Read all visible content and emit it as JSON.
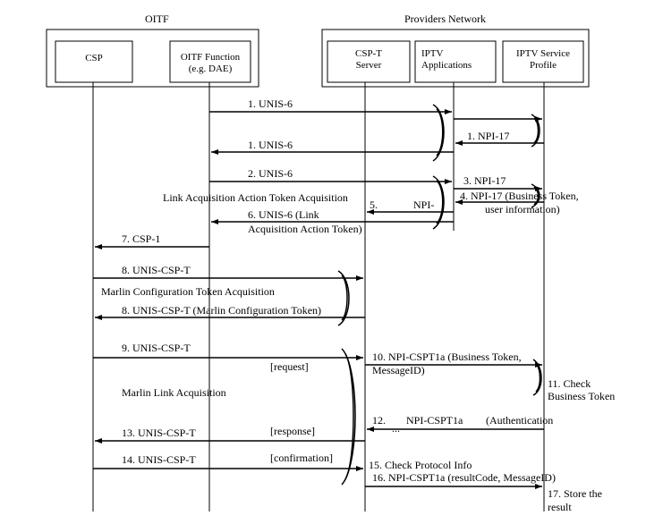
{
  "groups": {
    "oitf": "OITF",
    "providers": "Providers Network"
  },
  "entities": {
    "csp": "CSP",
    "oitf_function": [
      "OITF Function",
      "(e.g. DAE)"
    ],
    "csp_t_server": [
      "CSP-T",
      "Server"
    ],
    "iptv_applications": [
      "IPTV",
      "Applications"
    ],
    "iptv_service_profile": [
      "IPTV Service",
      "Profile"
    ]
  },
  "messages": {
    "m1a": "1. UNIS-6",
    "m1b": "1. NPI-17",
    "m1c": "1. UNIS-6",
    "m2": "2. UNIS-6",
    "m3": "3. NPI-17",
    "m4": [
      "4. NPI-17 (Business Token,",
      "user information)"
    ],
    "m5": [
      "5.",
      "NPI-"
    ],
    "m6": [
      "6. UNIS-6 (Link",
      "Acquisition Action Token)"
    ],
    "m7": "7. CSP-1",
    "m8a": "8. UNIS-CSP-T",
    "m8b": "8. UNIS-CSP-T (Marlin Configuration Token)",
    "m9": "9. UNIS-CSP-T",
    "m10": [
      "10. NPI-CSPT1a (Business Token,",
      "MessageID)"
    ],
    "m11": [
      "11. Check",
      "Business Token"
    ],
    "m12": [
      "12.",
      "NPI-CSPT1a",
      "(Authentication",
      "..."
    ],
    "m13": "13. UNIS-CSP-T",
    "m14": "14. UNIS-CSP-T",
    "m15": "15. Check Protocol Info",
    "m16": "16. NPI-CSPT1a (resultCode, MessageID)",
    "m17": [
      "17. Store the",
      "result"
    ]
  },
  "phases": {
    "link_action_token": "Link Acquisition Action Token Acquisition",
    "marlin_config": "Marlin Configuration Token Acquisition",
    "marlin_link": "Marlin Link Acquisition"
  },
  "brackets": {
    "request": "[request]",
    "response": "[response]",
    "confirmation": "[confirmation]"
  }
}
